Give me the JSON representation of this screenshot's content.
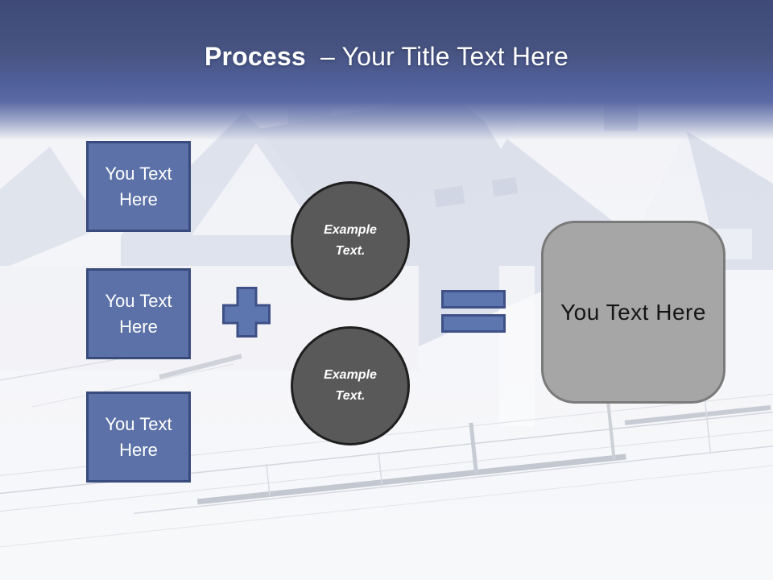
{
  "slide": {
    "title": {
      "emphasis": "Process",
      "rest": "– Your Title Text Here"
    },
    "input_boxes": [
      {
        "label": "You Text Here"
      },
      {
        "label": "You Text Here"
      },
      {
        "label": "You Text Here"
      }
    ],
    "process_circles": [
      {
        "label": "Example Text."
      },
      {
        "label": "Example Text."
      }
    ],
    "result_box": {
      "label": "You Text Here"
    },
    "colors": {
      "header_top": "#3f4a77",
      "header_bottom": "#5b6aa4",
      "title_text": "#ffffff",
      "input_box_fill": "#5b71a7",
      "input_box_border": "#394a7c",
      "operator_fill": "#5d76b0",
      "operator_border": "#3e5086",
      "circle_fill": "#595959",
      "circle_border": "#1f1f1f",
      "result_fill": "#a6a6a6",
      "result_border": "#7a7a7a"
    }
  }
}
